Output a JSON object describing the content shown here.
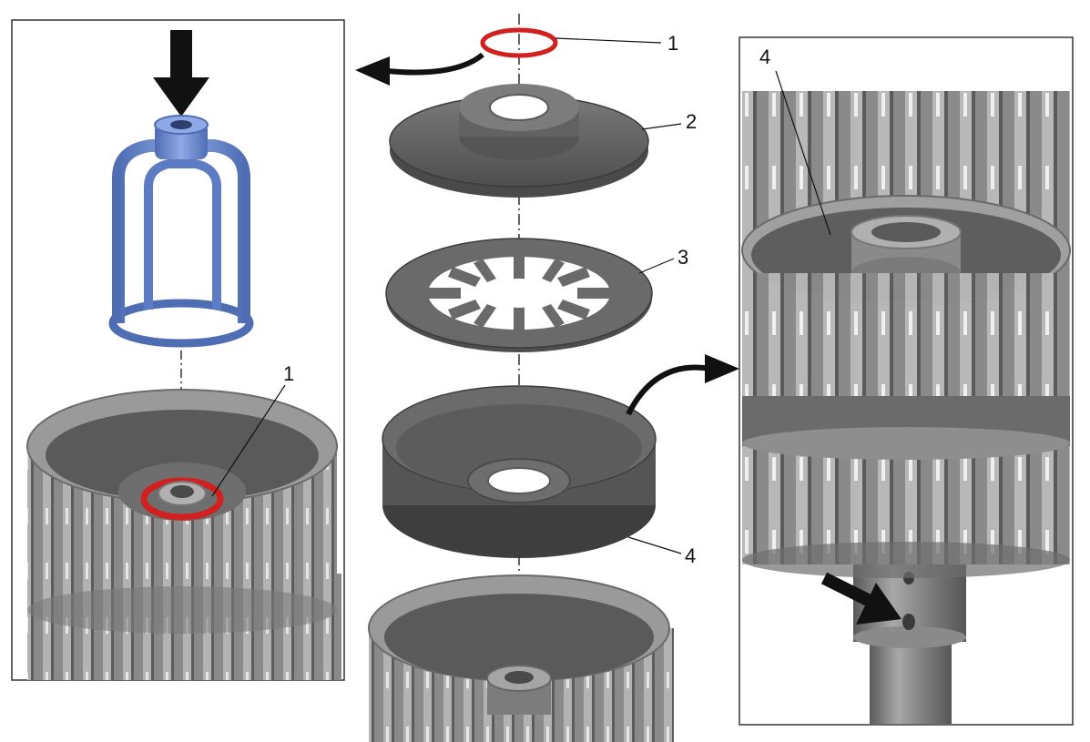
{
  "callouts": {
    "c1": "1",
    "c2": "2",
    "c3": "3",
    "c4": "4",
    "left_c1": "1",
    "right_c4": "4"
  },
  "colors": {
    "part_gray": "#6b6b6b",
    "part_dark": "#4a4a4a",
    "part_light": "#9a9a9a",
    "snap_ring_red": "#d21f1f",
    "tool_blue": "#6e8fd6",
    "tool_blue_dark": "#4f6db3",
    "arrow_black": "#111111",
    "frame": "#333333"
  },
  "icons": {
    "press_arrow": "arrow-down-icon",
    "move_arrow": "curved-arrow-icon",
    "pointer_arrow": "arrow-pointer-icon"
  }
}
